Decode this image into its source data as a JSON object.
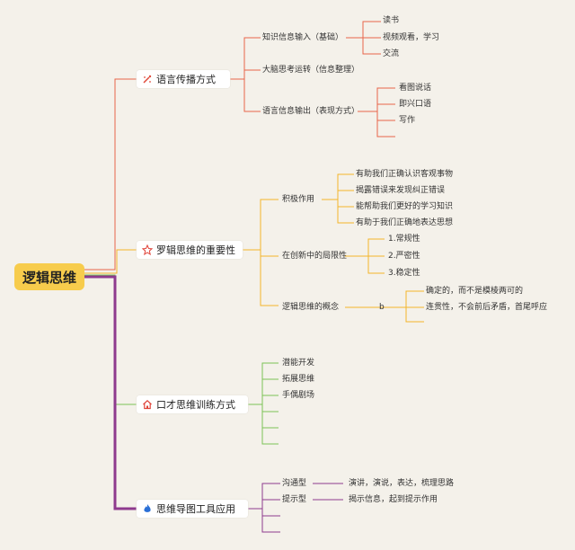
{
  "root": {
    "title": "逻辑思维"
  },
  "colors": {
    "branch1": "#e8654a",
    "branch2": "#f3b52a",
    "branch3": "#7cc256",
    "branch4": "#8e3a8e",
    "root_bg": "#f7cc4c"
  },
  "branch1": {
    "title": "语言传播方式",
    "icon": "sparkle-icon",
    "children": [
      {
        "label": "知识信息输入（基础）",
        "children": [
          "读书",
          "视频观看，学习",
          "交流"
        ]
      },
      {
        "label": "大脑思考运转（信息整理）",
        "children": []
      },
      {
        "label": "语言信息输出（表现方式）",
        "children": [
          "看图说话",
          "即兴口语",
          "写作"
        ]
      }
    ]
  },
  "branch2": {
    "title": "罗辑思维的重要性",
    "icon": "star-icon",
    "children": [
      {
        "label": "积极作用",
        "children": [
          "有助我们正确认识客观事物",
          "揭露错误来发现纠正错误",
          "能帮助我们更好的学习知识",
          "有助于我们正确地表达思想"
        ]
      },
      {
        "label": "在创新中的局限性",
        "children": [
          "1.常规性",
          "2.严密性",
          "3.稳定性"
        ]
      },
      {
        "label": "逻辑思维的概念",
        "mid": "b",
        "children": [
          "确定的，而不是模棱两可的",
          "连贯性，不会前后矛盾，首尾呼应"
        ]
      }
    ]
  },
  "branch3": {
    "title": "口才思维训练方式",
    "icon": "home-icon",
    "children": [
      "潜能开发",
      "拓展思维",
      "手偶剧场",
      "",
      "",
      ""
    ]
  },
  "branch4": {
    "title": "思维导图工具应用",
    "icon": "flame-icon",
    "children": [
      {
        "label": "沟通型",
        "detail": "演讲，演说，表达，梳理思路"
      },
      {
        "label": "提示型",
        "detail": "揭示信息，起到提示作用"
      },
      {
        "label": "",
        "detail": ""
      },
      {
        "label": "",
        "detail": ""
      }
    ]
  }
}
